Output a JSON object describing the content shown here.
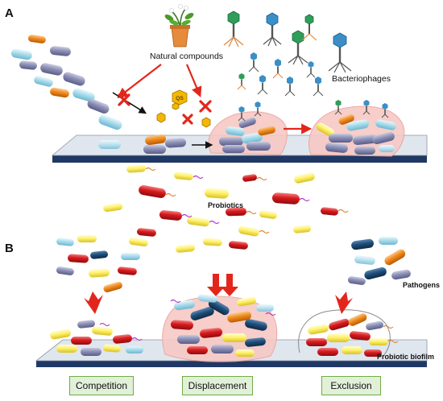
{
  "panels": {
    "a_label": "A",
    "b_label": "B"
  },
  "labels": {
    "natural_compounds": "Natural compounds",
    "bacteriophages": "Bacteriophages",
    "qs": "QS",
    "probiotics": "Probiotics",
    "pathogens": "Pathogens",
    "probiotic_biofilm": "Probiotic biofilm"
  },
  "stages": [
    "Competition",
    "Displacement",
    "Exclusion"
  ],
  "colors": {
    "surface_top": "#dfe6ee",
    "surface_edge": "#1f3864",
    "inhibition_arrow": "#e3261c",
    "inhibit_cross": "#e3261c",
    "qs_molecule": "#f5b700",
    "biofilm_matrix": "#f7c9c4",
    "bacterium_grey": "#8c8fb5",
    "bacterium_lightblue": "#a9dcec",
    "bacterium_orange": "#f08a1c",
    "probiotic_red": "#d7191c",
    "probiotic_yellow": "#fff26b",
    "pathogen_navy": "#1f4e79",
    "stage_box_fill": "#e2f0d9",
    "stage_box_border": "#70ad47"
  }
}
